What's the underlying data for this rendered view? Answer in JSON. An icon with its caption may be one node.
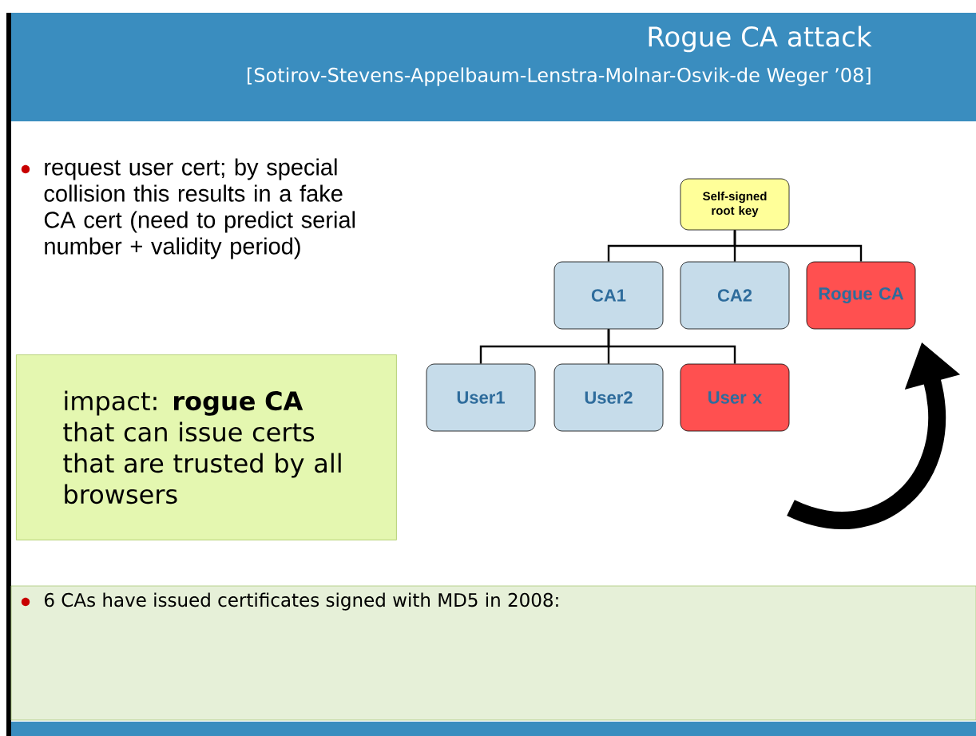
{
  "diagram": {
    "title": "Rogue CA attack",
    "nodes": [
      {
        "text": [
          "Self-signed root key"
        ]
      },
      {
        "text": [
          "CA1"
        ]
      },
      {
        "text": [
          "CA2"
        ]
      },
      {
        "text": [
          "Rogue CA"
        ]
      },
      {
        "text": [
          "User1"
        ]
      },
      {
        "text": [
          "User2"
        ]
      },
      {
        "text": [
          "User x"
        ]
      },
      {
        "text": [
          "impact: **rogue CA** that can issue certs that are trusted by all browsers"
        ]
      }
    ],
    "edges": [
      {
        "from": 0,
        "to": 1,
        "arrow": "none"
      },
      {
        "from": 0,
        "to": 2,
        "arrow": "none"
      },
      {
        "from": 0,
        "to": 3,
        "arrow": "none"
      },
      {
        "from": 1,
        "to": 4,
        "arrow": "none"
      },
      {
        "from": 1,
        "to": 5,
        "arrow": "none"
      },
      {
        "from": 1,
        "to": 6,
        "arrow": "none"
      },
      {
        "from": null,
        "to": 3,
        "arrow": "to",
        "style": "thick"
      }
    ],
    "labels": [
      "[Sotirov-Stevens-Appelbaum-Lenstra-Molnar-Osvik-de Weger ’08]",
      "request user cert; by special collision this results in a fake CA cert (need to predict serial number + validity period)",
      "6 CAs have issued certificates signed with MD5 in 2008:"
    ]
  }
}
